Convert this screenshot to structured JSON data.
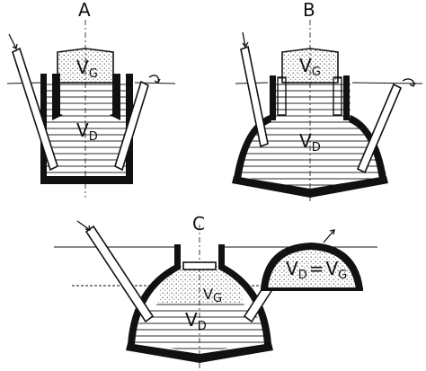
{
  "panels": {
    "a": {
      "letter": "A",
      "gas_main": "V",
      "gas_sub": "G",
      "digest_main": "V",
      "digest_sub": "D"
    },
    "b": {
      "letter": "B",
      "gas_main": "V",
      "gas_sub": "G",
      "digest_main": "V",
      "digest_sub": "D"
    },
    "c": {
      "letter": "C",
      "gas_main": "V",
      "gas_sub": "G",
      "digest_main": "V",
      "digest_sub": "D",
      "eq_left_main": "V",
      "eq_left_sub": "D",
      "eq_sign": "=",
      "eq_right_main": "V",
      "eq_right_sub": "G"
    }
  },
  "colors": {
    "ink": "#111111",
    "paper": "#ffffff",
    "gas_stipple": "#9a9a9a"
  }
}
